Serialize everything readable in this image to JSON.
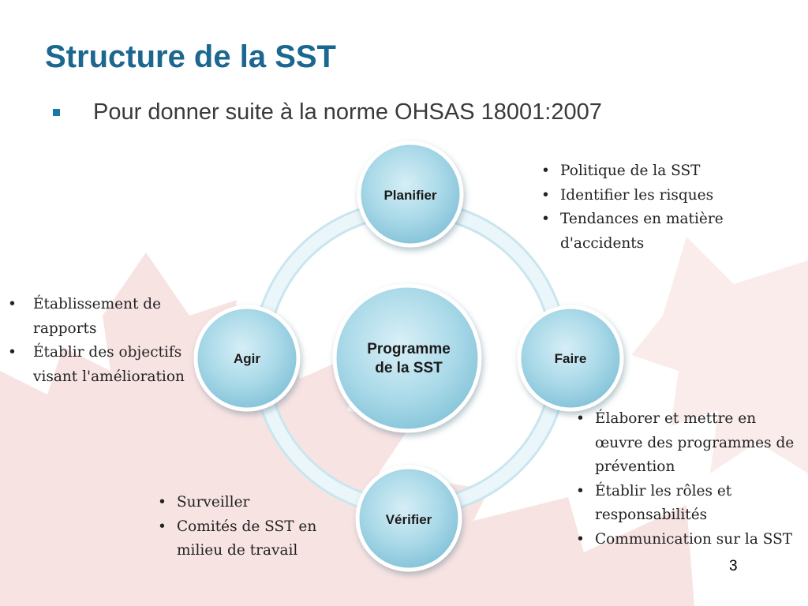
{
  "slide": {
    "title": "Structure de la SST",
    "subtitle": "Pour donner suite à la norme OHSAS 18001:2007",
    "page_number": "3"
  },
  "colors": {
    "title": "#1b6790",
    "bullet_square": "#1a78a8",
    "node_fill": "#a9d9e8",
    "ring": "#e3f3f8",
    "background_leaf": "#f6dcdc"
  },
  "cycle": {
    "center": "Programme de la SST",
    "nodes": {
      "planifier": "Planifier",
      "faire": "Faire",
      "verifier": "Vérifier",
      "agir": "Agir"
    }
  },
  "lists": {
    "planifier": [
      "Politique de la SST",
      "Identifier les risques",
      "Tendances en matière d'accidents"
    ],
    "agir": [
      "Établissement de rapports",
      "Établir des objectifs visant l'amélioration"
    ],
    "faire": [
      "Élaborer et mettre en œuvre des programmes de prévention",
      "Établir les rôles et responsabilités",
      "Communication sur la SST"
    ],
    "verifier": [
      "Surveiller",
      "Comités de SST en milieu de travail"
    ]
  }
}
